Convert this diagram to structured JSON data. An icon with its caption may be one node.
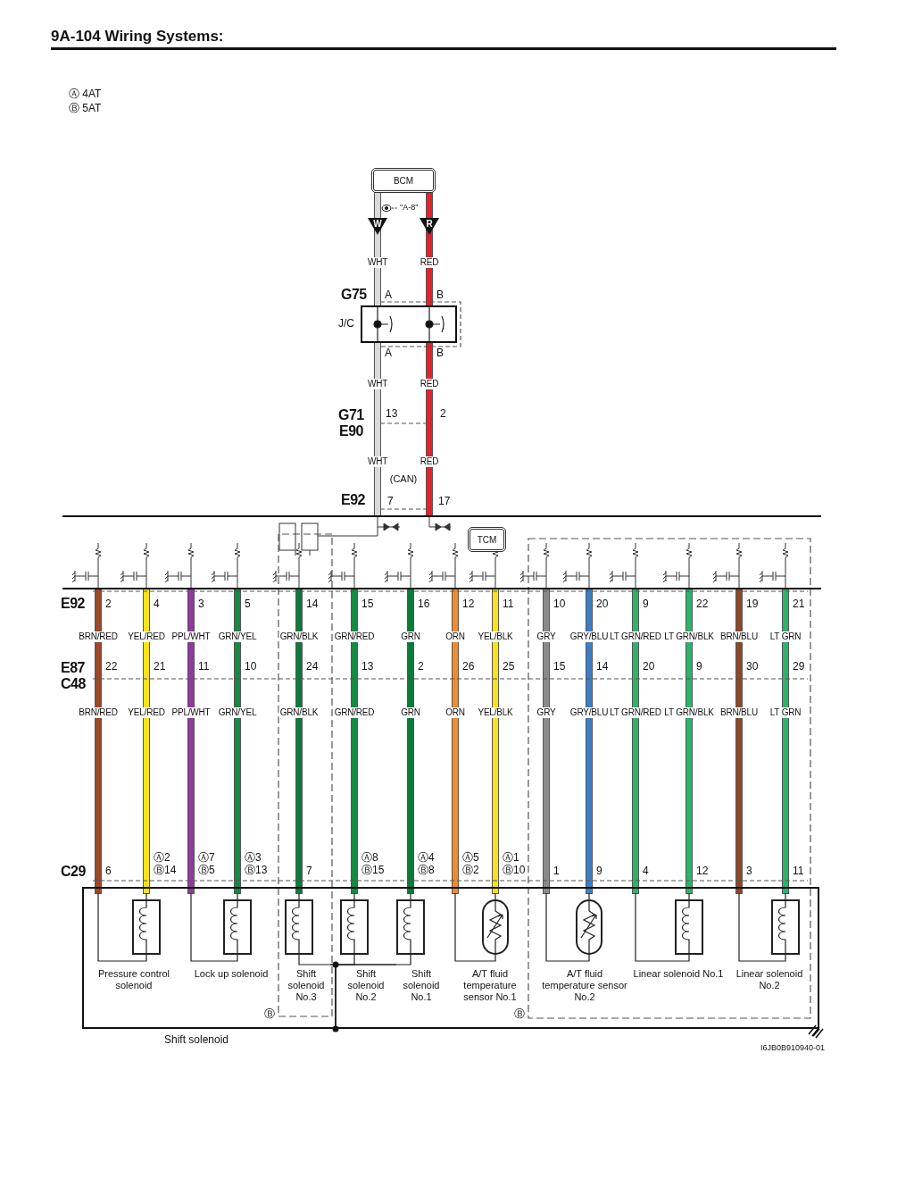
{
  "diagram": {
    "title": "9A-104 Wiring Systems:",
    "nodes": [
      {
        "text": [
          "BCM"
        ]
      },
      {
        "text": [
          "J/C"
        ]
      },
      {
        "text": [
          "TCM"
        ]
      },
      {
        "text": [
          "Shift solenoid"
        ]
      },
      {
        "text": [
          "Pressure control solenoid"
        ],
        "in": 3
      },
      {
        "text": [
          "Lock up solenoid"
        ],
        "in": 3
      },
      {
        "text": [
          "Shift solenoid No.3"
        ],
        "in": 3
      },
      {
        "text": [
          "Shift solenoid No.2"
        ],
        "in": 3
      },
      {
        "text": [
          "Shift solenoid No.1"
        ],
        "in": 3
      },
      {
        "text": [
          "A/T fluid temperature sensor No.1"
        ],
        "in": 3
      },
      {
        "text": [
          "A/T fluid temperature sensor No.2"
        ],
        "in": 3
      },
      {
        "text": [
          "Linear solenoid No.1"
        ],
        "in": 3
      },
      {
        "text": [
          "Linear solenoid No.2"
        ],
        "in": 3
      }
    ],
    "edges": [
      {
        "from": 0,
        "to": 1,
        "arrow": "none",
        "color": "#d9d9d9"
      },
      {
        "from": 0,
        "to": 1,
        "arrow": "none",
        "color": "#e3242b"
      },
      {
        "from": 1,
        "to": 2,
        "arrow": "none",
        "color": "#d9d9d9"
      },
      {
        "from": 1,
        "to": 2,
        "arrow": "none",
        "color": "#e3242b"
      },
      {
        "from": 2,
        "to": 4,
        "arrow": "none",
        "color": "#9a4a2a"
      },
      {
        "from": 2,
        "to": 4,
        "arrow": "none",
        "color": "#f7e21b"
      },
      {
        "from": 2,
        "to": 5,
        "arrow": "none",
        "color": "#8e3a9d"
      },
      {
        "from": 2,
        "to": 5,
        "arrow": "none",
        "color": "#138a43"
      },
      {
        "from": 2,
        "to": 6,
        "arrow": "none",
        "color": "#0b7a3b"
      },
      {
        "from": 2,
        "to": 7,
        "arrow": "none",
        "color": "#138a43"
      },
      {
        "from": 2,
        "to": 8,
        "arrow": "none",
        "color": "#0b7a3b"
      },
      {
        "from": 2,
        "to": 9,
        "arrow": "none",
        "color": "#f08c2a"
      },
      {
        "from": 2,
        "to": 9,
        "arrow": "none",
        "color": "#f7e21b"
      },
      {
        "from": 2,
        "to": 10,
        "arrow": "none",
        "color": "#8a8a8a"
      },
      {
        "from": 2,
        "to": 10,
        "arrow": "none",
        "color": "#3d7fc4"
      },
      {
        "from": 2,
        "to": 11,
        "arrow": "none",
        "color": "#2fb36b"
      },
      {
        "from": 2,
        "to": 11,
        "arrow": "none",
        "color": "#2fb36b"
      },
      {
        "from": 2,
        "to": 12,
        "arrow": "none",
        "color": "#8b4a2a"
      },
      {
        "from": 2,
        "to": 12,
        "arrow": "none",
        "color": "#2fb36b"
      },
      {
        "from": 6,
        "to": 3,
        "arrow": "none",
        "color": "#222222"
      },
      {
        "from": 7,
        "to": 3,
        "arrow": "none",
        "color": "#222222"
      },
      {
        "from": 8,
        "to": 3,
        "arrow": "none",
        "color": "#222222"
      }
    ],
    "labels": [
      "Ⓐ 4AT",
      "Ⓑ 5AT",
      "\"A-8\"",
      "W",
      "R",
      "WHT",
      "RED",
      "G75",
      "A",
      "B",
      "A",
      "B",
      "WHT",
      "RED",
      "G71",
      "13",
      "2",
      "E90",
      "WHT",
      "RED",
      "(CAN)",
      "E92",
      "7",
      "17",
      "E92",
      "2",
      "4",
      "3",
      "5",
      "14",
      "15",
      "16",
      "12",
      "11",
      "10",
      "20",
      "9",
      "22",
      "19",
      "21",
      "BRN/RED",
      "YEL/RED",
      "PPL/WHT",
      "GRN/YEL",
      "GRN/BLK",
      "GRN/RED",
      "GRN",
      "ORN",
      "YEL/BLK",
      "GRY",
      "GRY/BLU",
      "LT GRN/RED",
      "LT GRN/BLK",
      "BRN/BLU",
      "LT GRN",
      "E87",
      "22",
      "21",
      "11",
      "10",
      "24",
      "13",
      "2",
      "26",
      "25",
      "15",
      "14",
      "20",
      "9",
      "30",
      "29",
      "C48",
      "BRN/RED",
      "YEL/RED",
      "PPL/WHT",
      "GRN/YEL",
      "GRN/BLK",
      "GRN/RED",
      "GRN",
      "ORN",
      "YEL/BLK",
      "GRY",
      "GRY/BLU",
      "LT GRN/RED",
      "LT GRN/BLK",
      "BRN/BLU",
      "LT GRN",
      "C29",
      "6",
      "Ⓐ2 Ⓑ14",
      "Ⓐ7 Ⓑ5",
      "Ⓐ3 Ⓑ13",
      "7",
      "Ⓐ8 Ⓑ15",
      "Ⓐ4 Ⓑ8",
      "Ⓐ5 Ⓑ2",
      "Ⓐ1 Ⓑ10",
      "1",
      "9",
      "4",
      "12",
      "3",
      "11",
      "Ⓑ",
      "Ⓑ",
      "I6JB0B910940-01"
    ]
  }
}
